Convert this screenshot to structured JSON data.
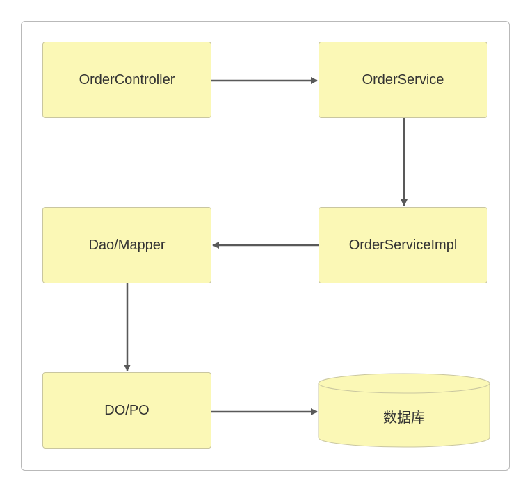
{
  "nodes": {
    "controller": "OrderController",
    "service": "OrderService",
    "impl": "OrderServiceImpl",
    "dao": "Dao/Mapper",
    "dopo": "DO/PO",
    "database": "数据库"
  },
  "colors": {
    "node_fill": "#fbf8b6",
    "node_border": "#c9c6a0",
    "arrow": "#595959",
    "text": "#333333"
  }
}
